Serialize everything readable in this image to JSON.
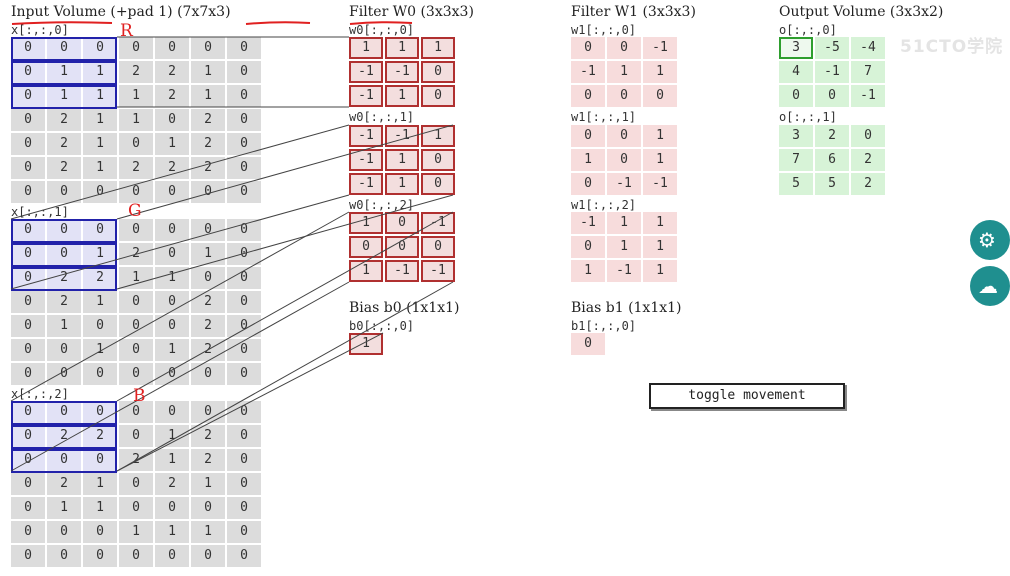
{
  "titles": {
    "input": "Input Volume (+pad 1) (7x7x3)",
    "filter_w0": "Filter W0 (3x3x3)",
    "filter_w1": "Filter W1 (3x3x3)",
    "output": "Output Volume (3x3x2)",
    "bias_b0": "Bias b0 (1x1x1)",
    "bias_b1": "Bias b1 (1x1x1)"
  },
  "input": {
    "slices": [
      {
        "label": "x[:,:,0]",
        "rows": [
          [
            "0",
            "0",
            "0",
            "0",
            "0",
            "0",
            "0"
          ],
          [
            "0",
            "1",
            "1",
            "2",
            "2",
            "1",
            "0"
          ],
          [
            "0",
            "1",
            "1",
            "1",
            "2",
            "1",
            "0"
          ],
          [
            "0",
            "2",
            "1",
            "1",
            "0",
            "2",
            "0"
          ],
          [
            "0",
            "2",
            "1",
            "0",
            "1",
            "2",
            "0"
          ],
          [
            "0",
            "2",
            "1",
            "2",
            "2",
            "2",
            "0"
          ],
          [
            "0",
            "0",
            "0",
            "0",
            "0",
            "0",
            "0"
          ]
        ]
      },
      {
        "label": "x[:,:,1]",
        "rows": [
          [
            "0",
            "0",
            "0",
            "0",
            "0",
            "0",
            "0"
          ],
          [
            "0",
            "0",
            "1",
            "2",
            "0",
            "1",
            "0"
          ],
          [
            "0",
            "2",
            "2",
            "1",
            "1",
            "0",
            "0"
          ],
          [
            "0",
            "2",
            "1",
            "0",
            "0",
            "2",
            "0"
          ],
          [
            "0",
            "1",
            "0",
            "0",
            "0",
            "2",
            "0"
          ],
          [
            "0",
            "0",
            "1",
            "0",
            "1",
            "2",
            "0"
          ],
          [
            "0",
            "0",
            "0",
            "0",
            "0",
            "0",
            "0"
          ]
        ]
      },
      {
        "label": "x[:,:,2]",
        "rows": [
          [
            "0",
            "0",
            "0",
            "0",
            "0",
            "0",
            "0"
          ],
          [
            "0",
            "2",
            "2",
            "0",
            "1",
            "2",
            "0"
          ],
          [
            "0",
            "0",
            "0",
            "2",
            "1",
            "2",
            "0"
          ],
          [
            "0",
            "2",
            "1",
            "0",
            "2",
            "1",
            "0"
          ],
          [
            "0",
            "1",
            "1",
            "0",
            "0",
            "0",
            "0"
          ],
          [
            "0",
            "0",
            "0",
            "1",
            "1",
            "1",
            "0"
          ],
          [
            "0",
            "0",
            "0",
            "0",
            "0",
            "0",
            "0"
          ]
        ]
      }
    ]
  },
  "w0": {
    "slices": [
      {
        "label": "w0[:,:,0]",
        "rows": [
          [
            "1",
            "1",
            "1"
          ],
          [
            "-1",
            "-1",
            "0"
          ],
          [
            "-1",
            "1",
            "0"
          ]
        ]
      },
      {
        "label": "w0[:,:,1]",
        "rows": [
          [
            "-1",
            "-1",
            "1"
          ],
          [
            "-1",
            "1",
            "0"
          ],
          [
            "-1",
            "1",
            "0"
          ]
        ]
      },
      {
        "label": "w0[:,:,2]",
        "rows": [
          [
            "1",
            "0",
            "-1"
          ],
          [
            "0",
            "0",
            "0"
          ],
          [
            "1",
            "-1",
            "-1"
          ]
        ]
      }
    ]
  },
  "w1": {
    "slices": [
      {
        "label": "w1[:,:,0]",
        "rows": [
          [
            "0",
            "0",
            "-1"
          ],
          [
            "-1",
            "1",
            "1"
          ],
          [
            "0",
            "0",
            "0"
          ]
        ]
      },
      {
        "label": "w1[:,:,1]",
        "rows": [
          [
            "0",
            "0",
            "1"
          ],
          [
            "1",
            "0",
            "1"
          ],
          [
            "0",
            "-1",
            "-1"
          ]
        ]
      },
      {
        "label": "w1[:,:,2]",
        "rows": [
          [
            "-1",
            "1",
            "1"
          ],
          [
            "0",
            "1",
            "1"
          ],
          [
            "1",
            "-1",
            "1"
          ]
        ]
      }
    ]
  },
  "bias": {
    "b0_label": "b0[:,:,0]",
    "b0_value": "1",
    "b1_label": "b1[:,:,0]",
    "b1_value": "0"
  },
  "output": {
    "slices": [
      {
        "label": "o[:,:,0]",
        "rows": [
          [
            "3",
            "-5",
            "-4"
          ],
          [
            "4",
            "-1",
            "7"
          ],
          [
            "0",
            "0",
            "-1"
          ]
        ]
      },
      {
        "label": "o[:,:,1]",
        "rows": [
          [
            "3",
            "2",
            "0"
          ],
          [
            "7",
            "6",
            "2"
          ],
          [
            "5",
            "5",
            "2"
          ]
        ]
      }
    ]
  },
  "toggle_label": "toggle movement",
  "watermark": "51CTO学院",
  "annotations": {
    "a1": "R",
    "a2": "G",
    "a3": "B"
  },
  "colors": {
    "input_cell": "#dcdcdc",
    "window": "#2222aa",
    "filter_w0": "#b03030",
    "filter_w1_cell": "#f7dcdc",
    "output_cell": "#d7f3d7",
    "output_active": "#2e9e2e",
    "annotation": "#e02020"
  }
}
